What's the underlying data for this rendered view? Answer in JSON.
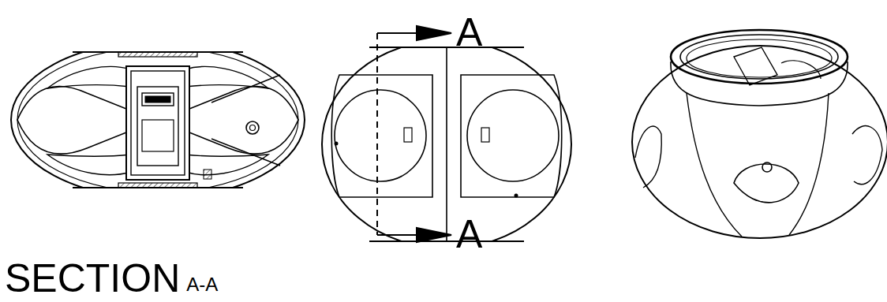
{
  "diagram": {
    "labels": [
      "A",
      "A",
      "SECTION",
      "A-A"
    ]
  }
}
